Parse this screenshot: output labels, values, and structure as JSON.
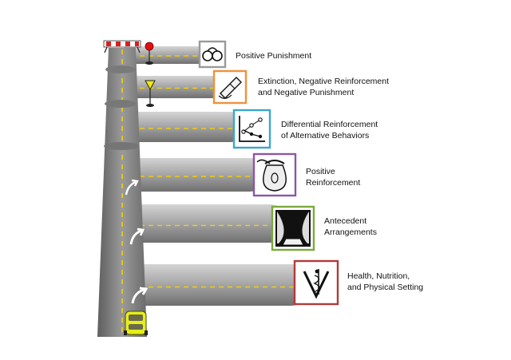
{
  "colors": {
    "background": "#ffffff",
    "road_light": "#d4d4d4",
    "road_dark": "#6f6f6f",
    "lane_line": "#f5d000",
    "edge_line": "#ffffff",
    "car": "#e6ee1a",
    "stop_sign": "#e01010",
    "yield_sign": "#f2e800",
    "barrier_red": "#d62020"
  },
  "levels": [
    {
      "lines": [
        "Positive Punishment"
      ],
      "icon": "handcuffs-icon",
      "frame_color": "#9a9a9a"
    },
    {
      "lines": [
        "Extinction, Negative Reinforcement",
        "and Negative Punishment"
      ],
      "icon": "eraser-icon",
      "frame_color": "#f0913a"
    },
    {
      "lines": [
        "Differential Reinforcement",
        "of Alternative Behaviors"
      ],
      "icon": "line-graph-icon",
      "frame_color": "#3aa7c8"
    },
    {
      "lines": [
        "Positive",
        "Reinforcement"
      ],
      "icon": "money-bag-icon",
      "frame_color": "#8b57a6"
    },
    {
      "lines": [
        "Antecedent",
        "Arrangements"
      ],
      "icon": "stage-curtain-icon",
      "frame_color": "#7aa93c"
    },
    {
      "lines": [
        "Health, Nutrition,",
        "and Physical Setting"
      ],
      "icon": "caduceus-icon",
      "frame_color": "#b23a3a"
    }
  ]
}
